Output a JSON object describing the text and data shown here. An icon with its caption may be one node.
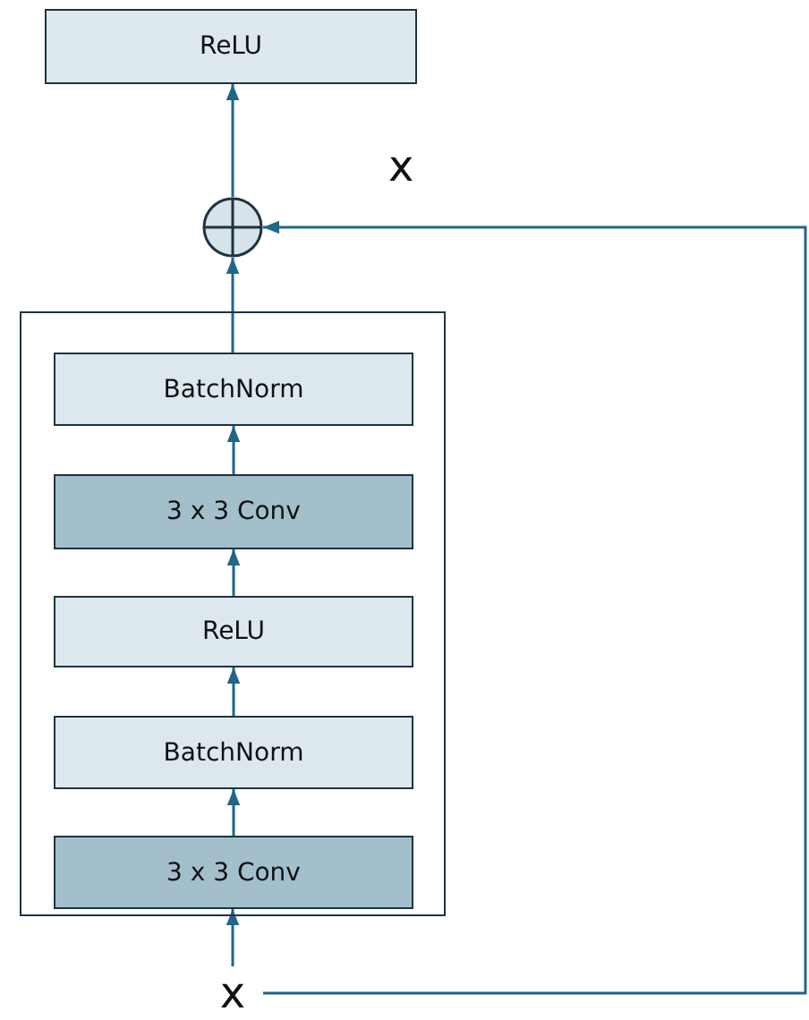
{
  "diagram": {
    "nodes": [
      {
        "text": [
          "ReLU"
        ]
      },
      {
        "text": [],
        "shape": "circle"
      },
      {
        "text": [],
        "shape": "box"
      },
      {
        "text": [
          "BatchNorm"
        ],
        "in": 2
      },
      {
        "text": [
          "3 x 3 Conv"
        ],
        "in": 2
      },
      {
        "text": [
          "ReLU"
        ],
        "in": 2
      },
      {
        "text": [
          "BatchNorm"
        ],
        "in": 2
      },
      {
        "text": [
          "3 x 3 Conv"
        ],
        "in": 2
      },
      {
        "text": [
          "x"
        ]
      }
    ],
    "edges": [
      {
        "from": 8,
        "to": 7,
        "arrow": "to"
      },
      {
        "from": 7,
        "to": 6,
        "arrow": "to"
      },
      {
        "from": 6,
        "to": 5,
        "arrow": "to"
      },
      {
        "from": 5,
        "to": 4,
        "arrow": "to"
      },
      {
        "from": 4,
        "to": 3,
        "arrow": "to"
      },
      {
        "from": 3,
        "to": 1,
        "arrow": "to"
      },
      {
        "from": 1,
        "to": 0,
        "arrow": "to"
      },
      {
        "from": 8,
        "to": 1,
        "arrow": "to",
        "label": "x"
      }
    ]
  }
}
